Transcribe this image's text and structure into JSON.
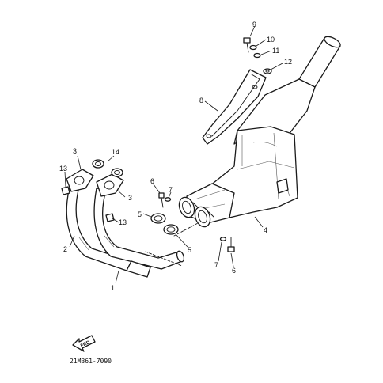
{
  "diagram": {
    "callouts": [
      "1",
      "2",
      "3",
      "3",
      "4",
      "5",
      "5",
      "6",
      "6",
      "7",
      "7",
      "8",
      "9",
      "10",
      "11",
      "12",
      "13",
      "13",
      "14"
    ],
    "front_arrow_label": "FRD",
    "figure_code": "21M361-7090"
  }
}
